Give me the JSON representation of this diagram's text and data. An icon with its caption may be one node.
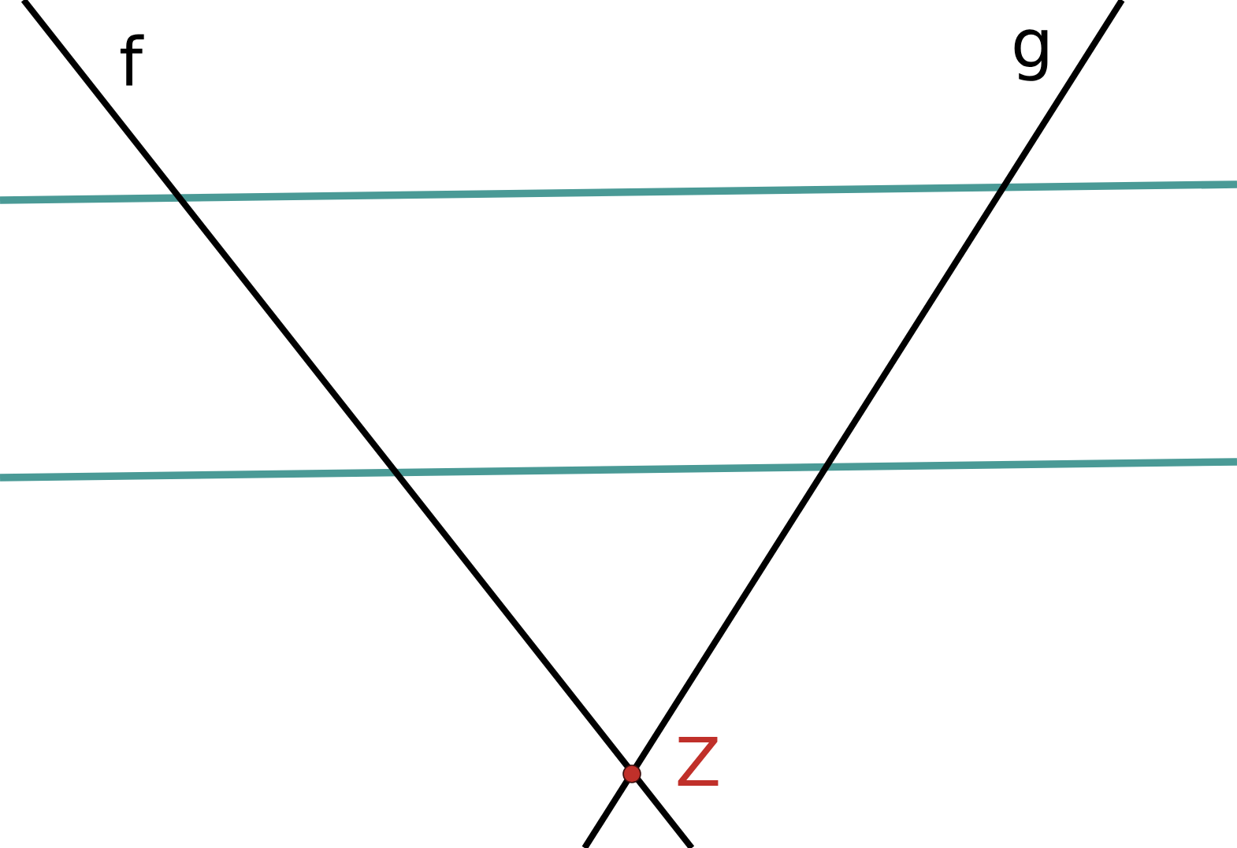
{
  "diagram": {
    "labels": [
      "f",
      "g",
      "Z"
    ]
  }
}
